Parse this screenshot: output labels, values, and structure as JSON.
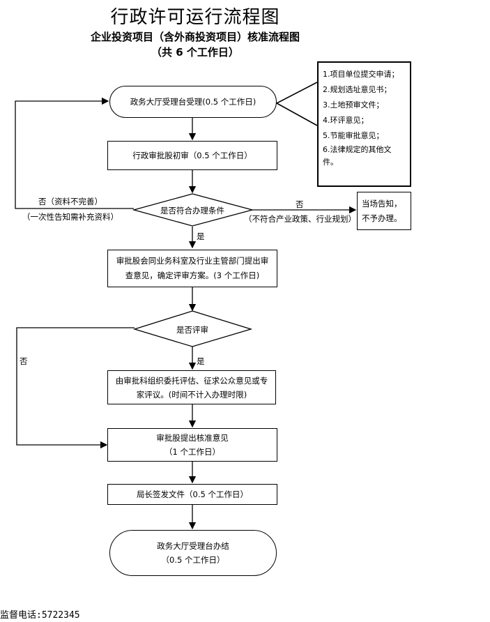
{
  "title": "行政许可运行流程图",
  "subtitle": "企业投资项目（含外商投资项目）核准流程图",
  "subtitle_days": "（共 6 个工作日）",
  "steps": {
    "reception": "政务大厅受理台受理(0.5 个工作日)",
    "initial_review": "行政审批股初审（0.5 个工作日）",
    "condition_check": "是否符合办理条件",
    "joint_review": "审批股会同业务科室及行业主管部门提出审查意见，确定评审方案。(3 个工作日)",
    "need_evaluation": "是否评审",
    "evaluation": "由审批科组织委托评估、征求公众意见或专家评议。(时间不计入办理时限)",
    "approval_opinion_line1": "审批股提出核准意见",
    "approval_opinion_line2": "（1 个工作日）",
    "director_sign": "局长签发文件（0.5 个工作日）",
    "completion_line1": "政务大厅受理台办结",
    "completion_line2": "（0.5 个工作日）"
  },
  "materials": [
    "1.项目单位提交申请；",
    "2.规划选址意见书；",
    "3.土地预审文件；",
    "4.环评意见；",
    "5.节能审批意见；",
    "6.法律规定的其他文件。"
  ],
  "branches": {
    "incomplete_label": "否（资料不完善）",
    "incomplete_note": "（一次性告知需补充资料）",
    "reject_label": "否",
    "reject_note": "（不符合产业政策、行业规划）",
    "reject_box": "当场告知，不予办理。",
    "yes_label_1": "是",
    "yes_label_2": "是",
    "no_eval_label": "否"
  },
  "footer": "监督电话:5722345"
}
